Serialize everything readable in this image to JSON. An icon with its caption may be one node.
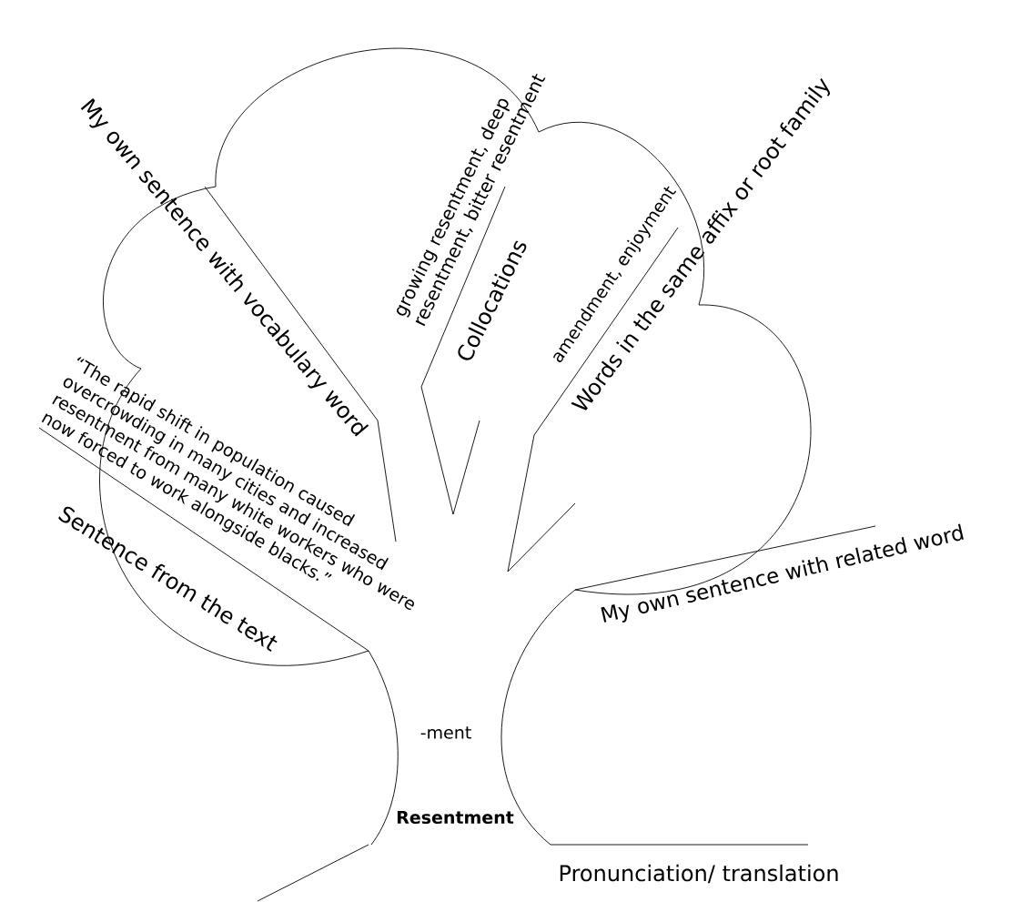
{
  "diagram": {
    "labels": [
      "My own sentence with vocabulary word",
      "growing resentment, deep resentment, bitter resentment",
      "Collocations",
      "amendment, enjoyment",
      "Words in the same affix or root family",
      "“The rapid shift in population caused overcrowding in many cities and increased resentment from many white workers who were now forced to work alongside blacks.”",
      "Sentence from the text",
      "My own sentence with related word",
      "-ment",
      "Resentment",
      "Pronunciation/ translation"
    ]
  }
}
